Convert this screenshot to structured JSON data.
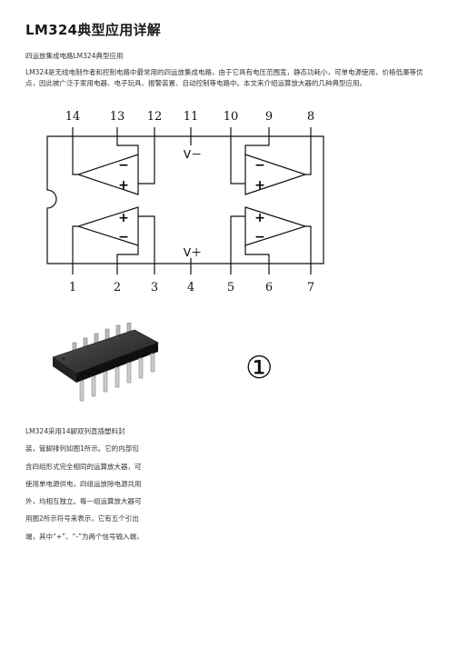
{
  "title": "LM324典型应用详解",
  "subtitle": "四运放集成电路LM324典型应用",
  "intro": "LM324是无线电制作者和控制电路中最常用的四运放集成电路，由于它具有电压范围宽，静态功耗小，可单电源使用，价格低廉等优点，因此被广泛于家用电器、电子玩具、报警装置、自动控制等电路中。本文来介绍运算放大器的几种典型应用。",
  "diagram": {
    "top_pins": [
      "14",
      "13",
      "12",
      "11",
      "10",
      "9",
      "8"
    ],
    "bottom_pins": [
      "1",
      "2",
      "3",
      "4",
      "5",
      "6",
      "7"
    ],
    "vminus_label": "V－",
    "vplus_label": "V＋",
    "plus_sign": "+",
    "minus_sign": "−"
  },
  "figure_label": "①",
  "body_lines": [
    "LM324采用14脚双列直插塑料封",
    "装，管脚排列如图1所示。它的内部包",
    "含四组形式完全相同的运算放大器，可",
    "使用单电源供电，四组运放除电源共用",
    "外，均相互独立。每一组运算放大器可",
    "用图2所示符号来表示，它有五个引出",
    "端，其中“+”、“-”为两个信号输入端，"
  ]
}
